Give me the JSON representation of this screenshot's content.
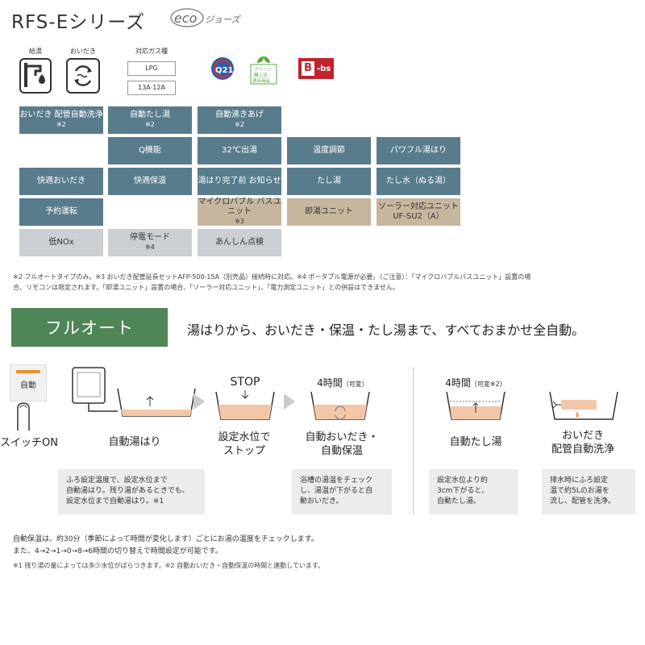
{
  "header": {
    "title": "RFS-Eシリーズ",
    "eco_logo_text": "ecoジョーズ"
  },
  "icons": {
    "kyuto_label": "給湯",
    "oidaki_label": "おいだき",
    "gas_label": "対応ガス種",
    "gas_options": [
      "LPG",
      "13A·12A"
    ],
    "q21_text": "Q21",
    "green_text": "グリーン 購入法 適合商品",
    "bbs_text": "B-bs"
  },
  "features": {
    "row1": [
      {
        "label": "おいだき 配管自動洗浄",
        "note": "※2"
      },
      {
        "label": "自動たし湯",
        "note": "※2"
      },
      {
        "label": "自動沸きあげ",
        "note": "※2"
      }
    ],
    "row2": [
      "Q機能",
      "32℃出湯",
      "温度調節",
      "パワフル湯はり"
    ],
    "row3": [
      "快適おいだき",
      "快適保温",
      "湯はり完了前 お知らせ",
      "たし湯",
      "たし水（ぬる湯）"
    ],
    "row4": [
      {
        "label": "予約運転",
        "note": ""
      },
      {
        "label": "マイクロバブル バスユニット",
        "note": "※3"
      },
      {
        "label": "即湯ユニット",
        "note": ""
      },
      {
        "label": "ソーラー対応ユニット UF-SU2（A）",
        "note": ""
      }
    ],
    "row5": [
      {
        "label": "低NOx",
        "note": ""
      },
      {
        "label": "停電モード",
        "note": "※4"
      },
      {
        "label": "あんしん点検",
        "note": ""
      }
    ]
  },
  "footnotes": {
    "line1": "※2 フルオートタイプのみ。※3 おいだき配管延長セットAFP-500-15A（別売品）接続時に対応。※4 ポータブル電源が必要。（ご注意）：「マイクロバブルバスユニット」設置の場",
    "line2": "合、リモコンは限定されます。「即湯ユニット」設置の場合、「ソーラー対応ユニット」、「電力測定ユニット」との併設はできません。"
  },
  "fullauto": {
    "badge": "フルオート",
    "tagline": "湯はりから、おいだき・保温・たし湯まで、すべておまかせ全自動。",
    "switch_button": "自動",
    "switch_label": "スイッチON",
    "steps": [
      {
        "top": "",
        "label": "自動湯はり",
        "desc": [
          "ふろ設定温度で、設定水位まで",
          "自動湯はり。残り湯があるときでも、",
          "設定水位まで自動湯はり。※1"
        ]
      },
      {
        "top": "STOP",
        "label": "設定水位で ストップ",
        "desc": []
      },
      {
        "top": "4時間",
        "top_note": "（可変）",
        "label": "自動おいだき・ 自動保温",
        "desc": [
          "浴槽の湯温をチェック",
          "し、湯温が下がると自",
          "動おいだき。"
        ]
      },
      {
        "top": "4時間",
        "top_note": "（可変※2）",
        "label": "自動たし湯",
        "desc": [
          "設定水位より約",
          "3cm下がると、",
          "自動たし湯。"
        ]
      },
      {
        "top": "",
        "label": "おいだき 配管自動洗浄",
        "desc": [
          "排水時にふろ設定",
          "温で約5Lのお湯を",
          "流し、配管を洗浄。"
        ]
      }
    ]
  },
  "bottom": {
    "line1": "自動保温は、約30分（季節によって時間が変化します）ごとにお湯の温度をチェックします。",
    "line2": "また、4→2→1→0→8→6時間の切り替えで時間設定が可能です。",
    "line3": "※1 残り湯の量によっては多少水位がばらつきます。※2 自動おいだき・自動保温の時間と連動しています。"
  },
  "colors": {
    "feature_blue": "#587c8c",
    "feature_tan": "#c7b69e",
    "feature_gray": "#cbcfd3",
    "fullauto_green": "#4f8656",
    "water": "#f2c7a8"
  }
}
